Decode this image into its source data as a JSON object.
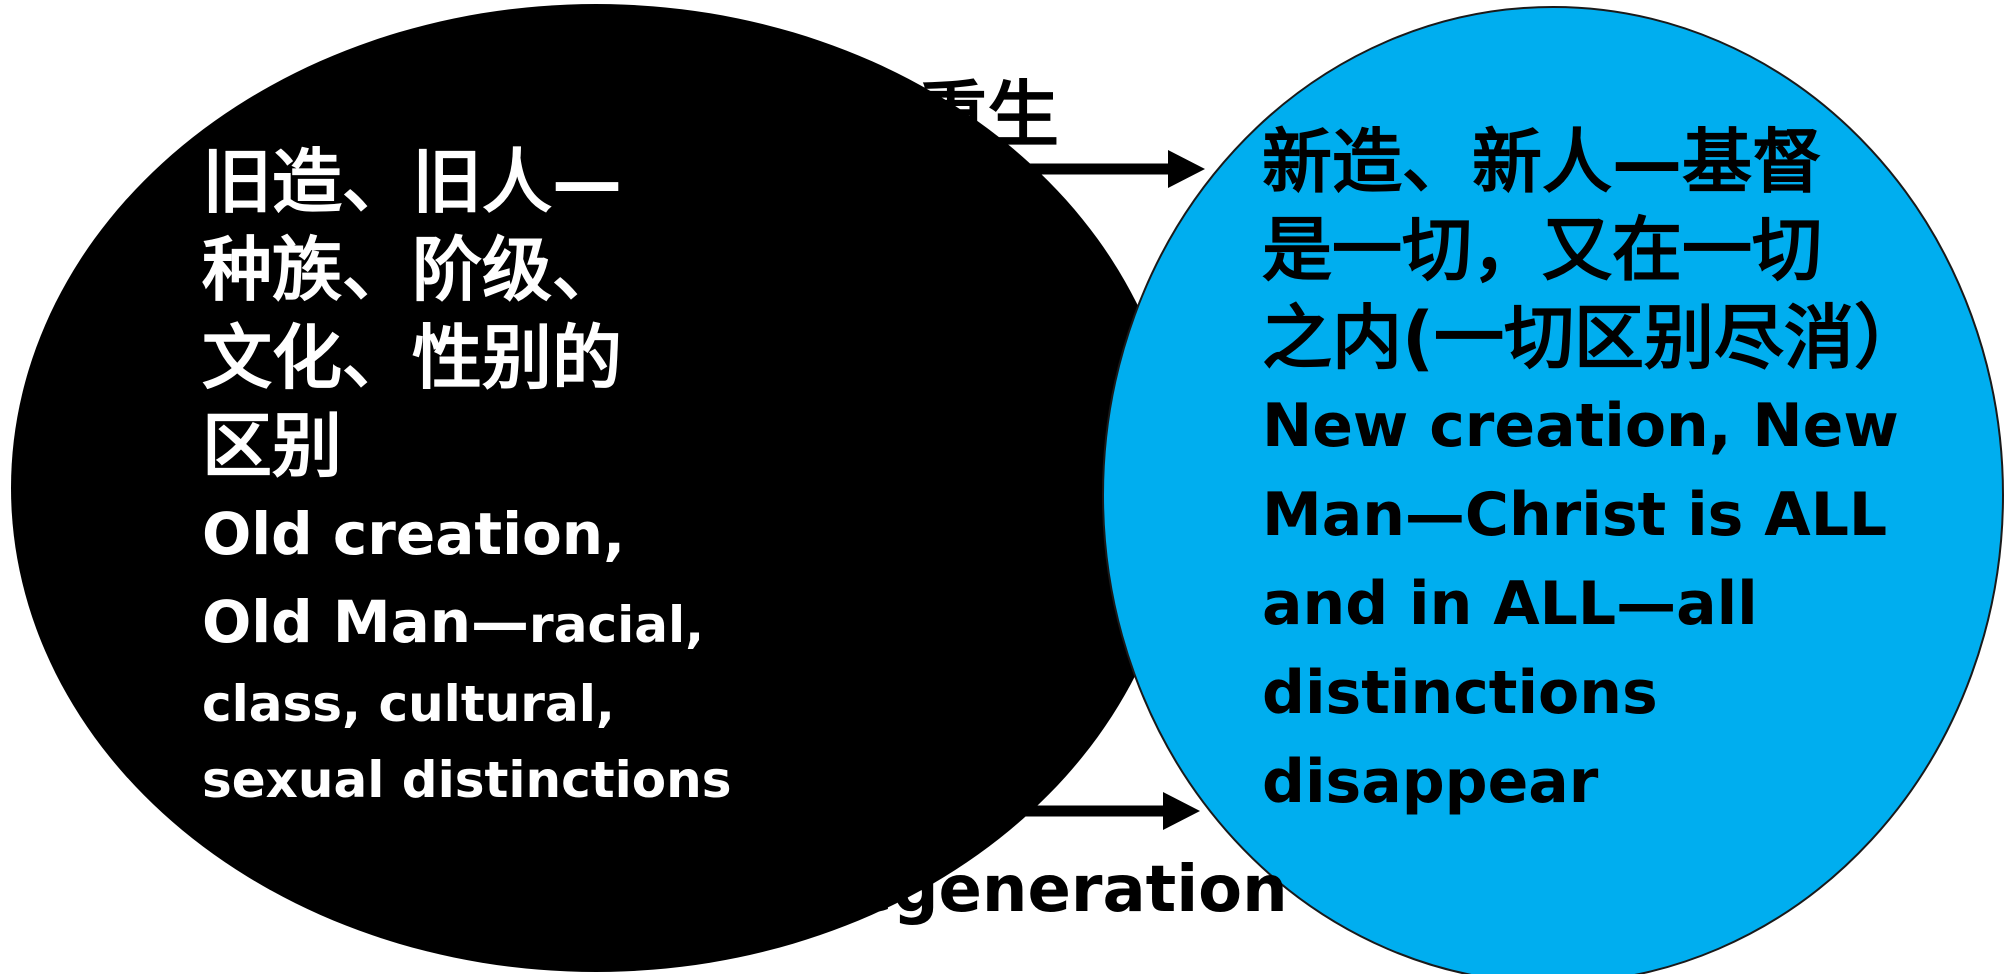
{
  "left_circle": {
    "cn_lines": [
      "旧造、旧人—",
      "种族、阶级、",
      "文化、性别的",
      "区别"
    ],
    "en_line1": "Old creation,",
    "en_line2_big": "Old Man—",
    "en_line2_small": "racial,",
    "en_line3": "class, cultural,",
    "en_line4": "sexual distinctions",
    "color": "#000000"
  },
  "right_circle": {
    "cn_lines": [
      "新造、新人—基督",
      "是一切，又在一切",
      "之内(一切区别尽消）"
    ],
    "en_lines": [
      "New creation, New",
      "Man—Christ is ALL",
      "and in ALL—all",
      "distinctions",
      "disappear"
    ],
    "color": "#00AEEF"
  },
  "arrows": {
    "top_label": "重生",
    "bottom_label": "Regeneration"
  },
  "center_image": {
    "icon": "cross-sunset-image"
  }
}
